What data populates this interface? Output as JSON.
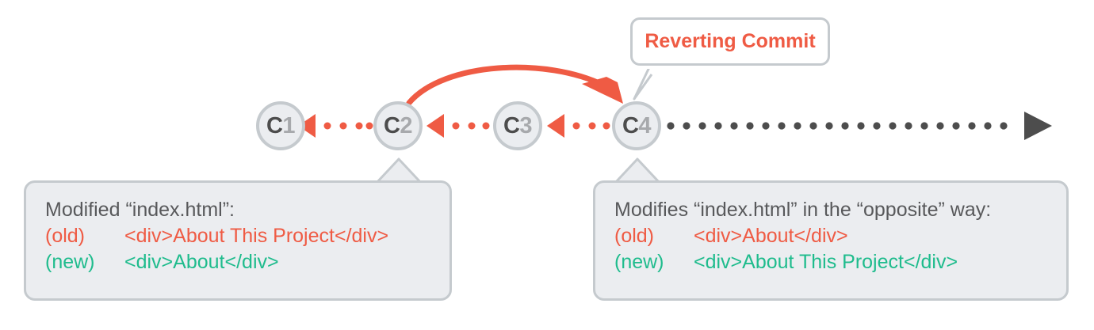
{
  "diagram": {
    "title": "Reverting Commit git history diagram",
    "colors": {
      "accent_red": "#ef5b44",
      "accent_green": "#1fbc8d",
      "node_fill": "#ebedf0",
      "node_border": "#c5cace",
      "box_fill": "#ebedf0",
      "box_border": "#c5cace",
      "timeline_dark": "#4d4d4d",
      "text_gray": "#58595b",
      "num_gray": "#a7a9ac"
    }
  },
  "commits": [
    {
      "id": "c1",
      "letter": "C",
      "number": "1"
    },
    {
      "id": "c2",
      "letter": "C",
      "number": "2"
    },
    {
      "id": "c3",
      "letter": "C",
      "number": "3"
    },
    {
      "id": "c4",
      "letter": "C",
      "number": "4"
    }
  ],
  "callout": {
    "label": "Reverting Commit"
  },
  "left_box": {
    "title": "Modified “index.html”:",
    "old_tag": "(old)",
    "old_code": "<div>About This Project</div>",
    "new_tag": "(new)",
    "new_code": "<div>About</div>"
  },
  "right_box": {
    "title": "Modifies “index.html” in the “opposite” way:",
    "old_tag": "(old)",
    "old_code": "<div>About</div>",
    "new_tag": "(new)",
    "new_code": "<div>About This Project</div>"
  },
  "arrows": {
    "revert_arc": "curved-arrow-c2-to-c4",
    "parent_links": [
      "c2-to-c1",
      "c3-to-c2",
      "c4-to-c3"
    ],
    "timeline_head": "timeline-arrow-right"
  }
}
